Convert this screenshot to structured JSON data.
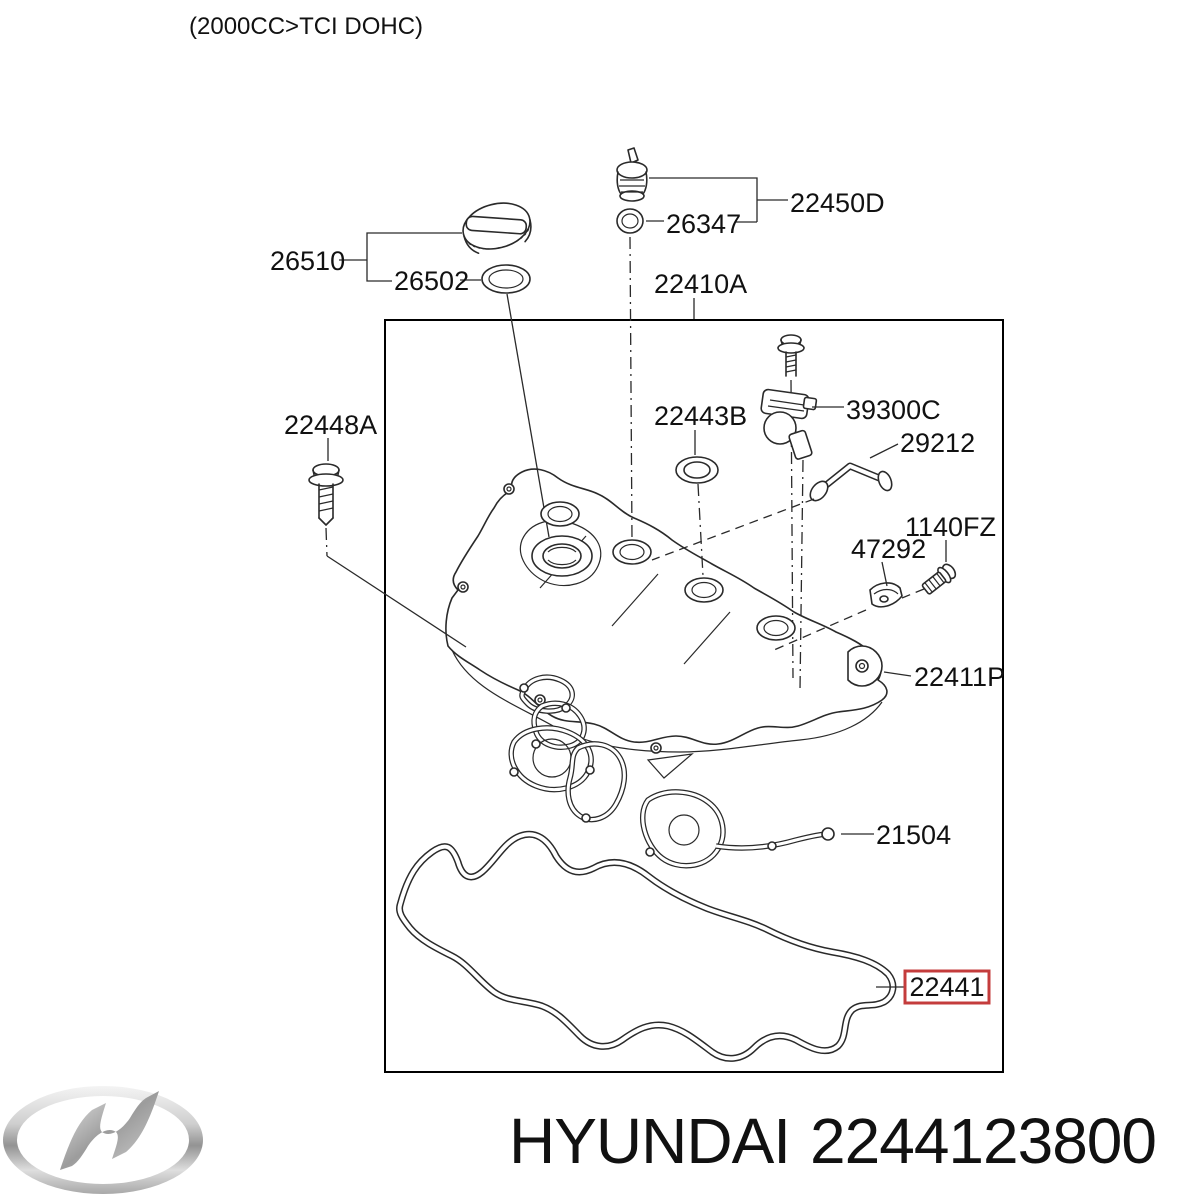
{
  "header": {
    "engine_variant": "(2000CC>TCI DOHC)"
  },
  "labels": {
    "p22450D": "22450D",
    "p26347": "26347",
    "p26510": "26510",
    "p26502": "26502",
    "p22410A": "22410A",
    "p22448A": "22448A",
    "p22443B": "22443B",
    "p39300C": "39300C",
    "p29212": "29212",
    "p1140FZ": "1140FZ",
    "p47292": "47292",
    "p22411P": "22411P",
    "p21504": "21504",
    "p22441": "22441"
  },
  "highlight": {
    "part": "22441",
    "box_color": "#c43c3c"
  },
  "footer": {
    "brand": "HYUNDAI",
    "part_number": "2244123800"
  },
  "colors": {
    "line": "#2a2a2a",
    "background": "#ffffff",
    "text": "#111111"
  }
}
